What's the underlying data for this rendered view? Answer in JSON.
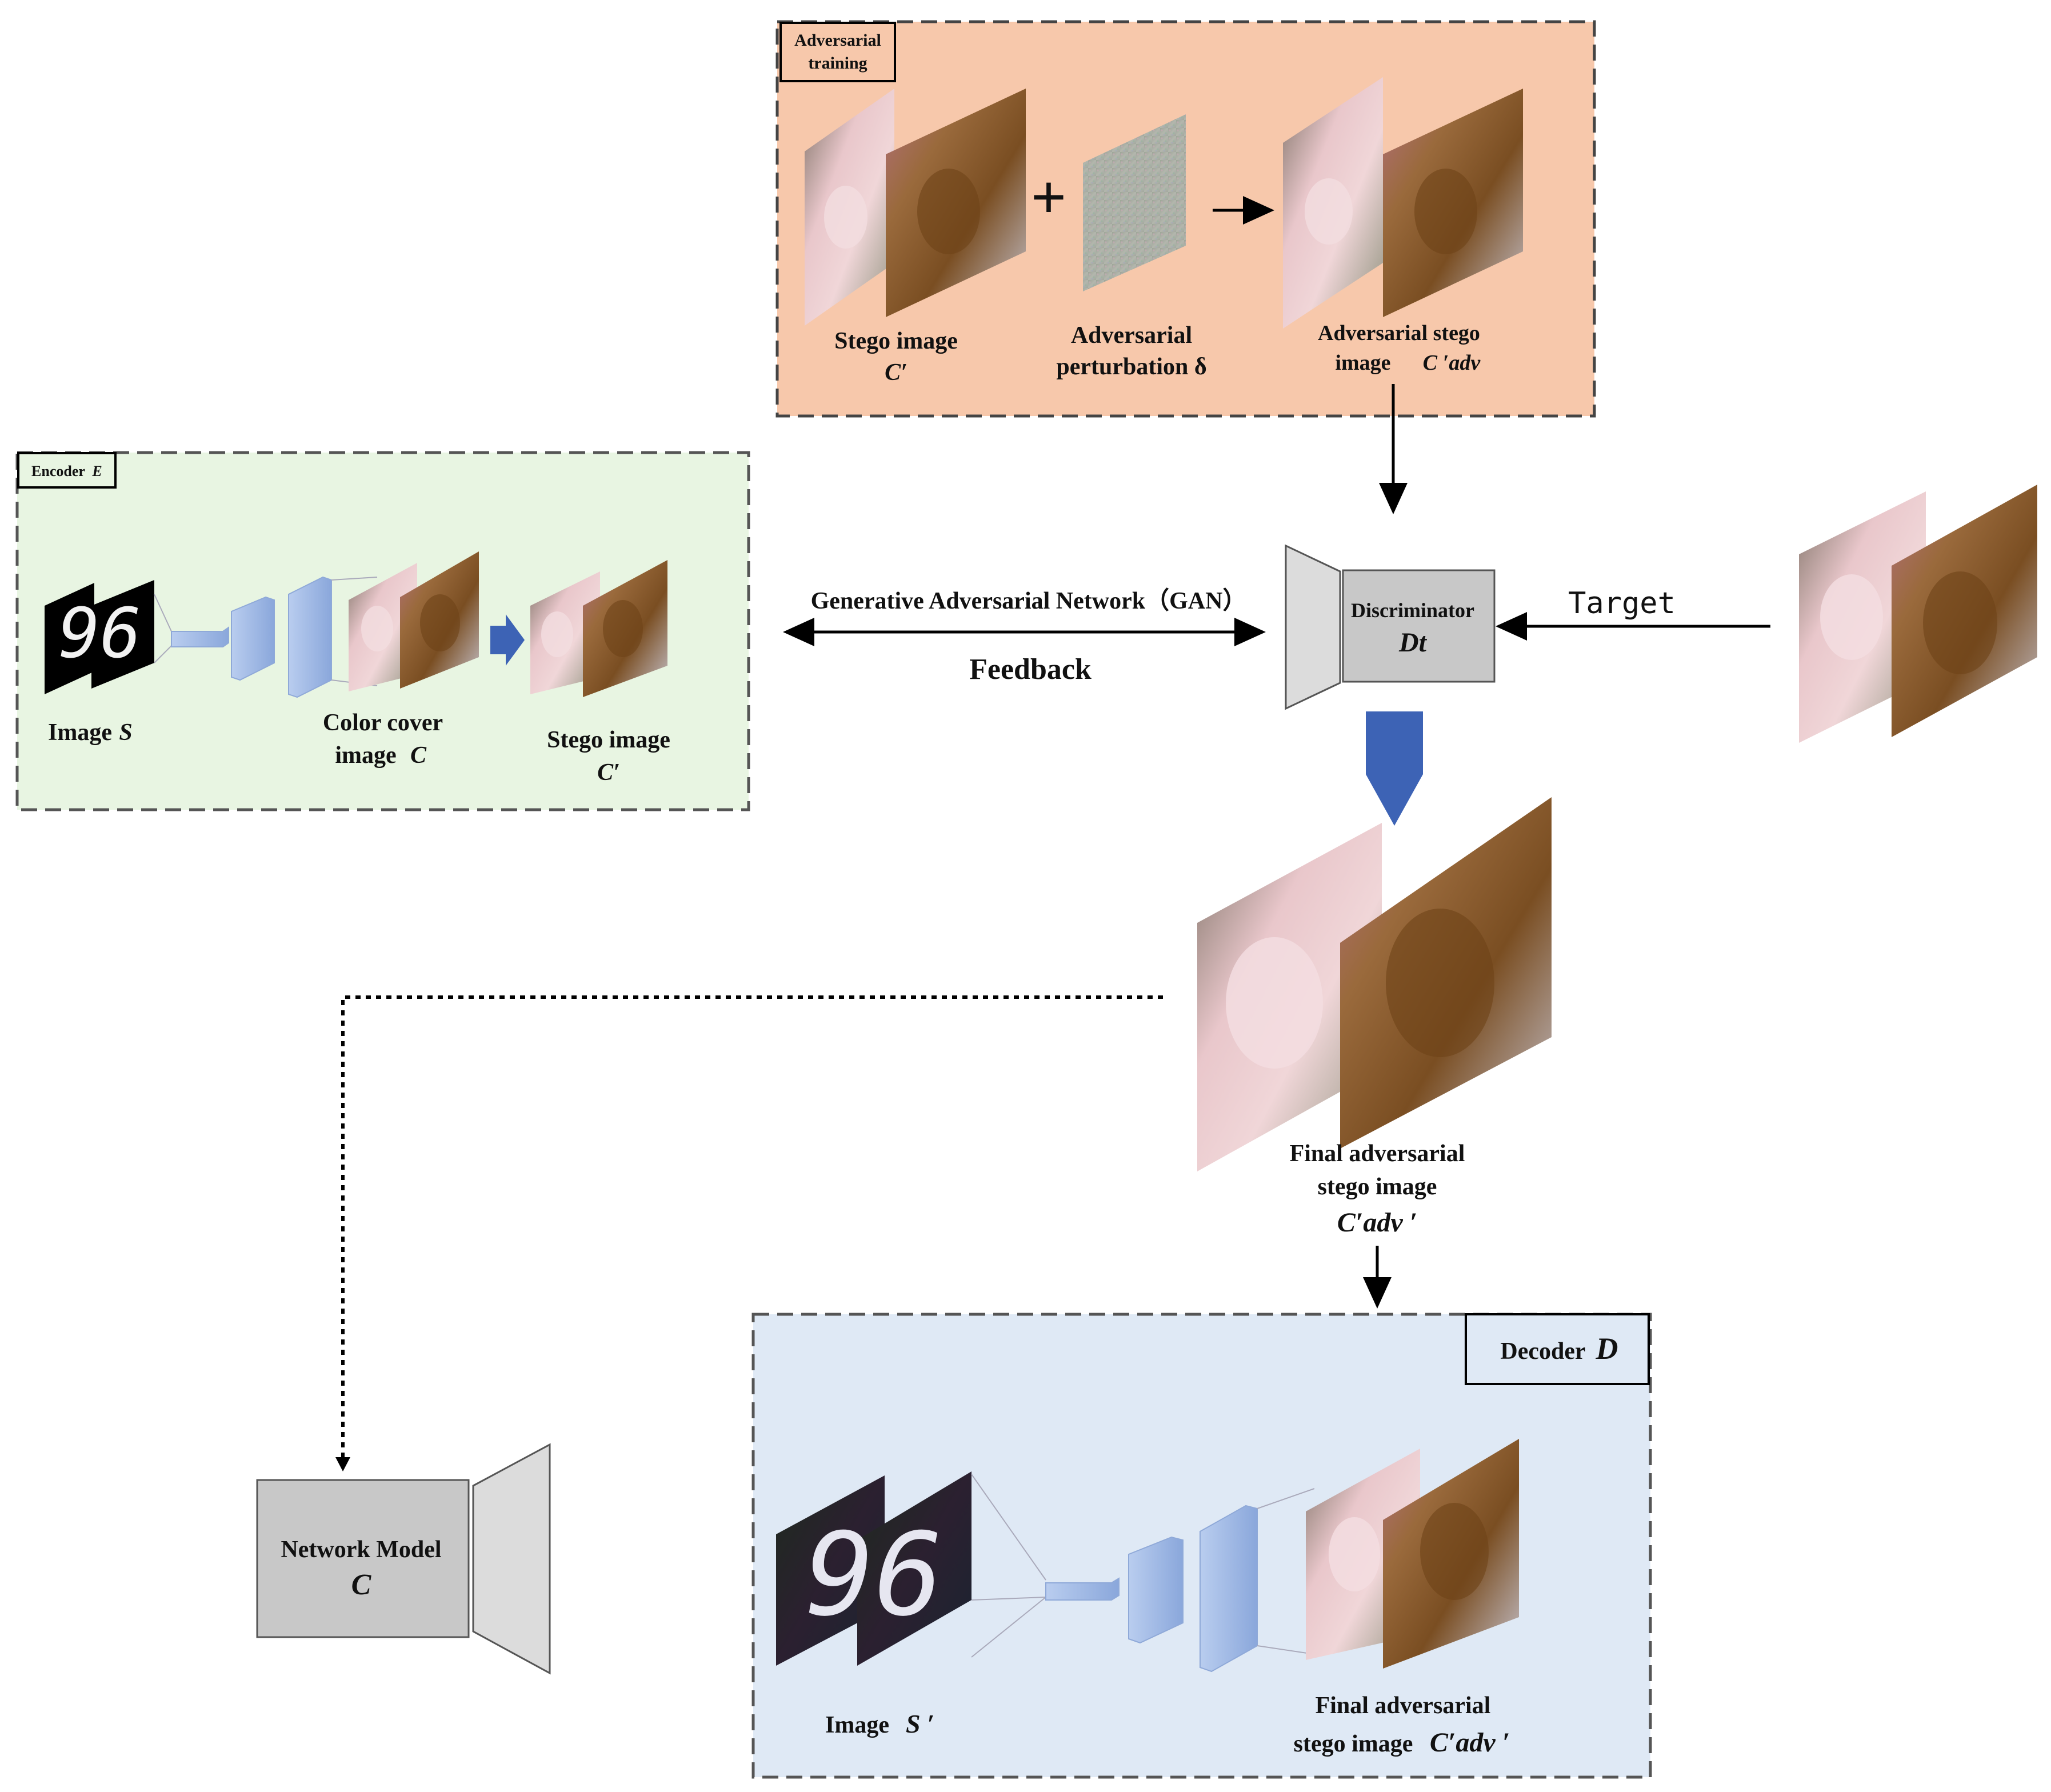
{
  "adversarial_box": {
    "title_line1": "Adversarial",
    "title_line2": "training",
    "plus": "+",
    "stego_label": "Stego image",
    "stego_symbol": "C′",
    "perturbation_line1": "Adversarial",
    "perturbation_line2": "perturbation δ",
    "adv_stego_line1": "Adversarial stego",
    "adv_stego_line2_text": "image",
    "adv_stego_symbol": "C ′adv"
  },
  "encoder_box": {
    "title_text": "Encoder",
    "title_symbol": "E",
    "image_s_text": "Image",
    "image_s_symbol": "S",
    "digits": "96",
    "cover_line1": "Color cover",
    "cover_line2_text": "image",
    "cover_symbol": "C",
    "stego_label": "Stego image",
    "stego_symbol": "C′"
  },
  "gan": {
    "label": "Generative Adversarial Network（GAN）",
    "feedback": "Feedback"
  },
  "discriminator": {
    "label": "Discriminator",
    "symbol": "Dt"
  },
  "target": {
    "label": "Target"
  },
  "final": {
    "line1": "Final adversarial",
    "line2": "stego image",
    "symbol": "C′adv ′"
  },
  "decoder_box": {
    "title_text": "Decoder",
    "title_symbol": "D",
    "image_s_text": "Image",
    "image_s_symbol": "S ′",
    "digits": "96",
    "final_line1": "Final adversarial",
    "final_line2_text": "stego image",
    "final_symbol": "C′adv ′"
  },
  "network_model": {
    "label": "Network Model",
    "symbol": "C"
  },
  "colors": {
    "adversarial_fill": "#f7c8ab",
    "encoder_fill": "#e8f5e2",
    "decoder_fill": "#dfe9f5",
    "gray_box": "#c8c8c8",
    "arrow_blue": "#3d63b5",
    "layer_blue": "#9bb5e0"
  }
}
